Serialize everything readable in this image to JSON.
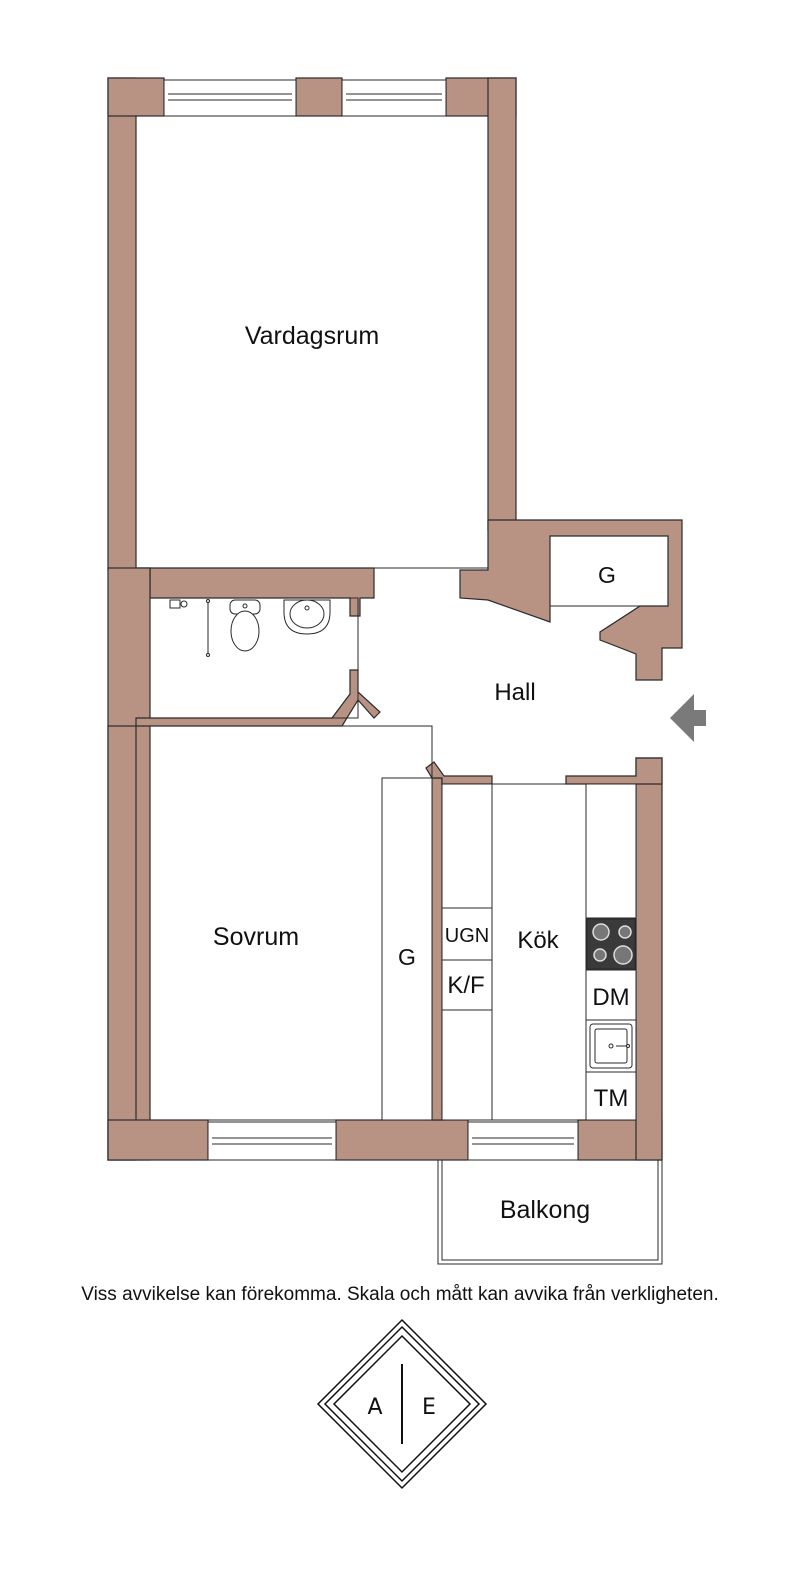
{
  "rooms": {
    "living": "Vardagsrum",
    "closet_hall": "G",
    "hall": "Hall",
    "bedroom": "Sovrum",
    "closet_bedroom": "G",
    "kitchen": "Kök",
    "oven": "UGN",
    "fridge_freezer": "K/F",
    "dishwasher": "DM",
    "washing_machine": "TM",
    "balcony": "Balkong"
  },
  "disclaimer": "Viss avvikelse kan förekomma. Skala och mått kan avvika från verkligheten.",
  "logo": {
    "left_letter": "A",
    "right_letter": "E"
  },
  "colors": {
    "wall": "#b89384",
    "outline": "#2a2a2a",
    "stove": "#3a3a3a",
    "entrance_arrow": "#7a7a7a"
  }
}
